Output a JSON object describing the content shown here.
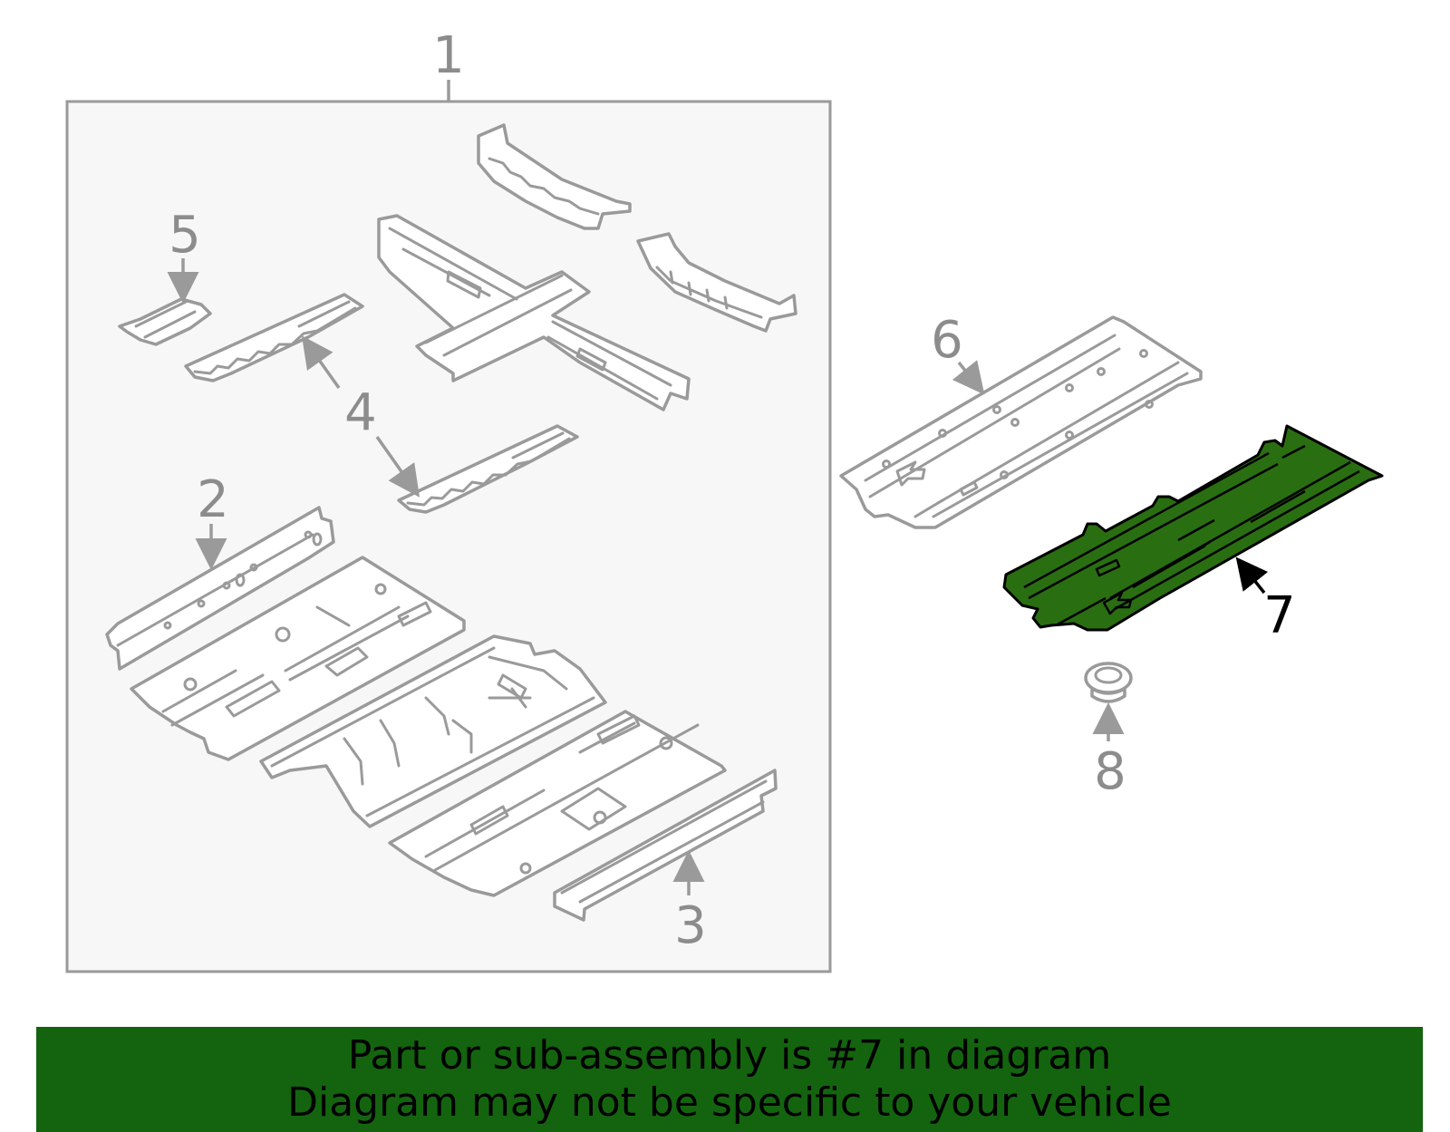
{
  "callouts": {
    "c1": "1",
    "c2": "2",
    "c3": "3",
    "c4": "4",
    "c5": "5",
    "c6": "6",
    "c7": "7",
    "c8": "8"
  },
  "banner": {
    "line1": "Part or sub-assembly is #7 in diagram",
    "line2": "Diagram may not be specific to your vehicle"
  },
  "colors": {
    "highlight": "#2a6e12",
    "banner": "#14640f",
    "line": "#9a9a9a",
    "box_fill": "#f7f7f7"
  }
}
